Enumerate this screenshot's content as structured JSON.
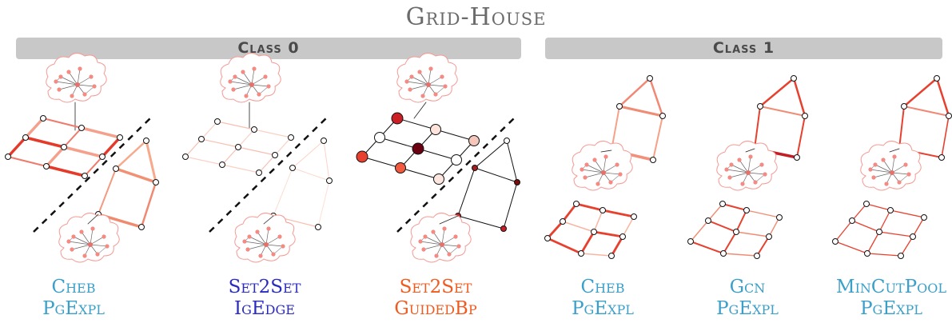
{
  "title": "Grid-House",
  "classes": [
    "Class 0",
    "Class 1"
  ],
  "colors": {
    "blue_label": "#3a9fc9",
    "navy_label": "#2a2ac0",
    "orange_label": "#f05a1e",
    "edge_strong": "#e53a2a",
    "edge_light": "#f4a08c",
    "cloud": "#f59a94"
  },
  "panels": [
    {
      "line1": "Cheb",
      "line2": "PgExpl",
      "color": "#3a9fc9"
    },
    {
      "line1": "Set2Set",
      "line2": "IgEdge",
      "color": "#2a2ac0"
    },
    {
      "line1": "Set2Set",
      "line2": "GuidedBp",
      "color": "#f05a1e"
    },
    {
      "line1": "Cheb",
      "line2": "PgExpl",
      "color": "#3a9fc9"
    },
    {
      "line1": "Gcn",
      "line2": "PgExpl",
      "color": "#3a9fc9"
    },
    {
      "line1": "MinCutPool",
      "line2": "PgExpl",
      "color": "#3a9fc9"
    }
  ]
}
